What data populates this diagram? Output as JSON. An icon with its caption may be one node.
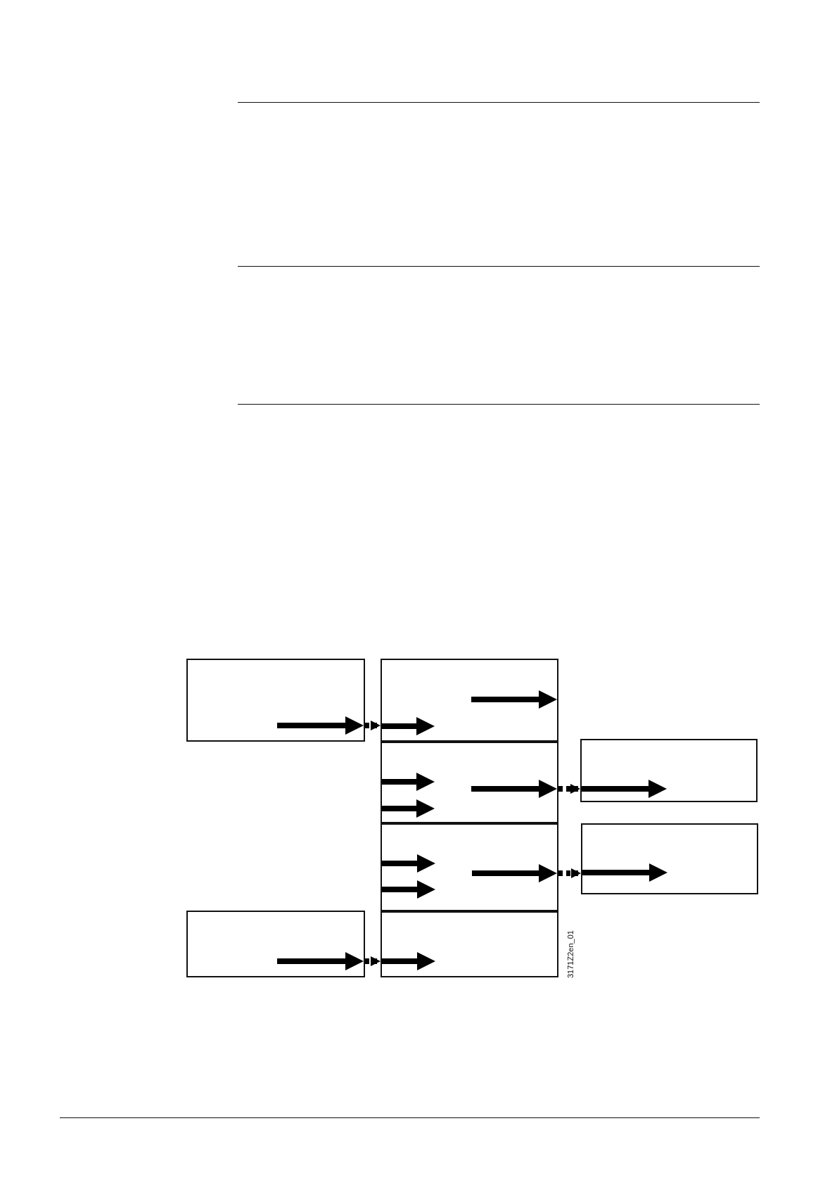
{
  "diagram": {
    "nodes": [
      {
        "text": [],
        "shape": "box"
      },
      {
        "text": [],
        "shape": "box"
      },
      {
        "text": [],
        "shape": "box"
      },
      {
        "text": [],
        "shape": "box"
      },
      {
        "text": [],
        "shape": "box"
      },
      {
        "text": [],
        "shape": "box"
      },
      {
        "text": [],
        "shape": "box"
      },
      {
        "text": [],
        "shape": "box"
      }
    ],
    "edges": [
      {
        "from": 0,
        "to": 1,
        "arrow": "to",
        "style": "dashed"
      },
      {
        "from": 2,
        "to": 3,
        "arrow": "to",
        "style": "dashed"
      },
      {
        "from": 4,
        "to": 5,
        "arrow": "to",
        "style": "dashed"
      },
      {
        "from": 6,
        "to": 7,
        "arrow": "to",
        "style": "dashed"
      }
    ],
    "labels": [
      "3171Z2en_01"
    ]
  }
}
